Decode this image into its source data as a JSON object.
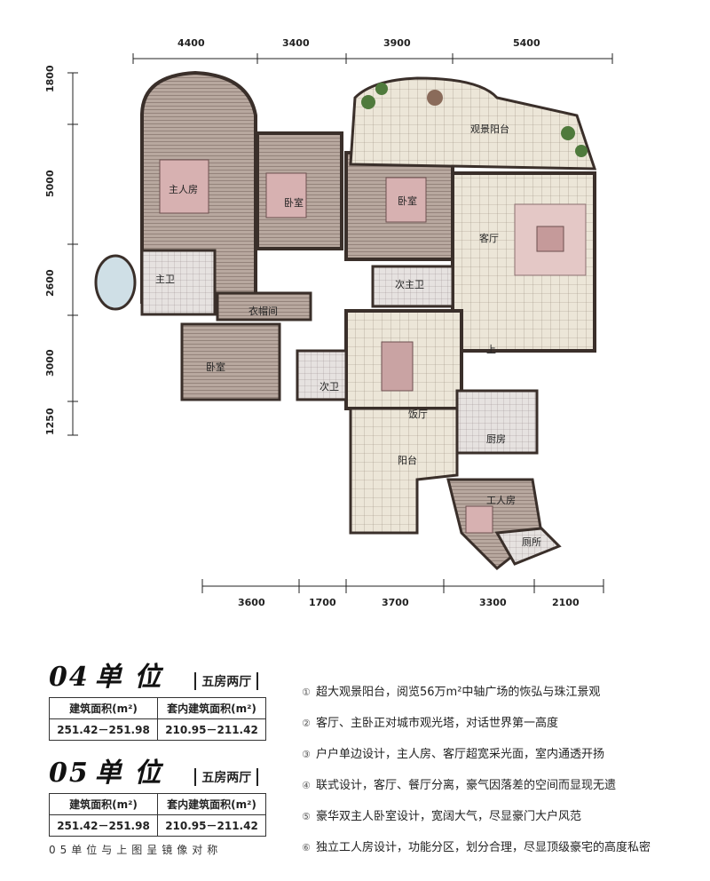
{
  "dimensions": {
    "top": [
      "4400",
      "3400",
      "3900",
      "5400"
    ],
    "bottom": [
      "3600",
      "1700",
      "3700",
      "3300",
      "2100"
    ],
    "left": [
      "1800",
      "5000",
      "2600",
      "3000",
      "1250"
    ]
  },
  "rooms": {
    "master_bedroom": "主人房",
    "bedroom_1": "卧室",
    "bedroom_2": "卧室",
    "viewing_balcony": "观景阳台",
    "living_room": "客厅",
    "master_bath": "主卫",
    "closet": "衣帽间",
    "second_bath": "次主卫",
    "bedroom_3": "卧室",
    "guest_wc": "次卫",
    "dining_room": "饭厅",
    "kitchen": "厨房",
    "balcony": "阳台",
    "maid_room": "工人房",
    "maid_wc": "厕所",
    "up_mark": "上"
  },
  "unit04": {
    "title_num": "04",
    "title_text": "单 位",
    "type": "五房两厅",
    "headers": [
      "建筑面积(m²)",
      "套内建筑面积(m²)"
    ],
    "values": [
      "251.42－251.98",
      "210.95－211.42"
    ]
  },
  "unit05": {
    "title_num": "05",
    "title_text": "单 位",
    "type": "五房两厅",
    "headers": [
      "建筑面积(m²)",
      "套内建筑面积(m²)"
    ],
    "values": [
      "251.42－251.98",
      "210.95－211.42"
    ],
    "note": "05单位与上图呈镜像对称"
  },
  "features": [
    {
      "num": "①",
      "text": "超大观景阳台，阅览56万m²中轴广场的恢弘与珠江景观"
    },
    {
      "num": "②",
      "text": "客厅、主卧正对城市观光塔，对话世界第一高度"
    },
    {
      "num": "③",
      "text": "户户单边设计，主人房、客厅超宽采光面，室内通透开扬"
    },
    {
      "num": "④",
      "text": "联式设计，客厅、餐厅分离，豪气因落差的空间而显现无遗"
    },
    {
      "num": "⑤",
      "text": "豪华双主人卧室设计，宽阔大气，尽显豪门大户风范"
    },
    {
      "num": "⑥",
      "text": "独立工人房设计，功能分区，划分合理，尽显顶级豪宅的高度私密"
    }
  ],
  "colors": {
    "wall": "#3a2f2a",
    "wood_floor": "#b9a79b",
    "tile_floor": "#e8e2d4",
    "carpet": "#e4c8c6",
    "furniture": "#c9a3a3",
    "plant": "#4f7a3c"
  }
}
